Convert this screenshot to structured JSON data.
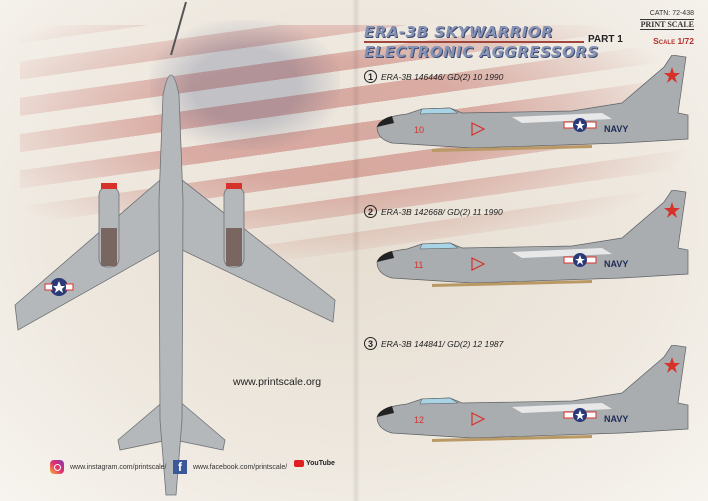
{
  "header": {
    "title_line1": "ERA-3B SKYWARRIOR",
    "title_line2": "ELECTRONIC AGGRESSORS",
    "part": "PART 1"
  },
  "catalog": {
    "catn": "CATN:  72-438",
    "brand": "PRINT SCALE",
    "scale": "Scale 1/72"
  },
  "profiles": [
    {
      "number": "1",
      "caption": "ERA-3B 146446/ GD(2) 10  1990",
      "modex": "10",
      "marking": "NAVY"
    },
    {
      "number": "2",
      "caption": "ERA-3B 142668/ GD(2) 11 1990",
      "modex": "11",
      "marking": "NAVY"
    },
    {
      "number": "3",
      "caption": "ERA-3B 144841/ GD(2) 12 1987",
      "modex": "12",
      "marking": "NAVY"
    }
  ],
  "website": "www.printscale.org",
  "social": {
    "instagram": "www.instagram.com/printscale/",
    "facebook": "www.facebook.com/printscale/",
    "youtube": "YouTube"
  },
  "colors": {
    "aircraft_grey": "#a9adb0",
    "red": "#d7322a",
    "navy_blue": "#2a3a78"
  }
}
